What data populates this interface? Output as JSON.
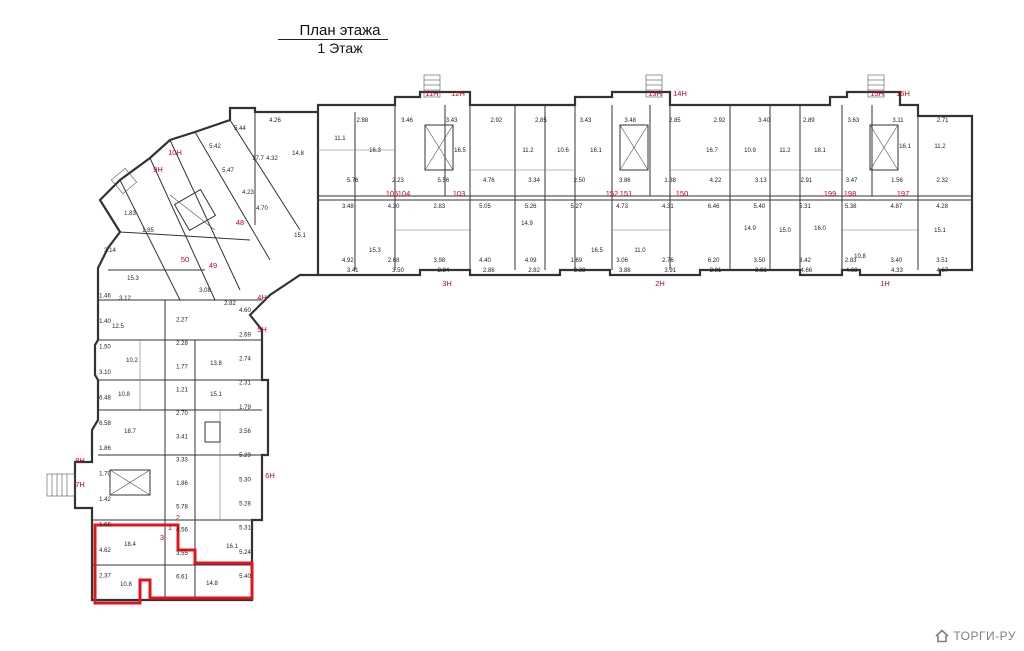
{
  "header": {
    "title": "План этажа",
    "subtitle": "1 Этаж"
  },
  "watermark": {
    "text": "ТОРГИ-РУ",
    "icon": "house-logo-icon",
    "color": "#7a8087"
  },
  "colors": {
    "highlight": "#e0141e",
    "unit_label": "#d0021b",
    "wall": "#333333"
  },
  "unit_labels": [
    "11Н",
    "12Н",
    "13Н",
    "14Н",
    "15Н",
    "16Н",
    "10Н",
    "9Н",
    "8Н",
    "7Н",
    "6Н",
    "5Н",
    "4Н",
    "3Н",
    "2Н",
    "1Н"
  ],
  "room_numbers": [
    "105",
    "104",
    "103",
    "152",
    "151",
    "150",
    "199",
    "198",
    "197",
    "48",
    "50",
    "49",
    "2",
    "1",
    "3"
  ],
  "areas": [
    "11.1",
    "16.3",
    "16.5",
    "11.2",
    "10.6",
    "16.1",
    "16.7",
    "10.9",
    "11.2",
    "18.1",
    "16.1",
    "11.2",
    "14.8",
    "17.7",
    "15.1",
    "15.3",
    "12.5",
    "13.8",
    "10.2",
    "10.8",
    "15.1",
    "18.7",
    "18.4",
    "16.1",
    "10.8",
    "14.8",
    "11.0",
    "15.3",
    "14.9",
    "15.0",
    "16.0",
    "10.8",
    "16.5",
    "14.9",
    "15.1",
    "4.23"
  ],
  "dims": [
    "2.88",
    "3.46",
    "3.43",
    "2.92",
    "2.85",
    "3.43",
    "3.48",
    "2.85",
    "2.92",
    "3.40",
    "2.89",
    "3.63",
    "3.11",
    "2.71",
    "5.76",
    "2.23",
    "5.56",
    "4.76",
    "3.34",
    "2.50",
    "3.86",
    "1.38",
    "4.22",
    "3.13",
    "2.91",
    "3.47",
    "1.56",
    "2.32",
    "3.48",
    "4.30",
    "2.83",
    "5.05",
    "5.26",
    "5.27",
    "4.73",
    "4.31",
    "6.46",
    "5.40",
    "5.31",
    "5.38",
    "4.87",
    "4.28",
    "4.92",
    "2.68",
    "3.98",
    "4.40",
    "4.09",
    "1.69",
    "3.06",
    "2.76",
    "6.20",
    "3.50",
    "3.42",
    "2.83",
    "3.40",
    "3.51",
    "3.41",
    "3.50",
    "2.84",
    "2.86",
    "2.82",
    "3.38",
    "3.88",
    "3.91",
    "2.81",
    "3.81",
    "4.66",
    "4.68",
    "4.33",
    "4.67",
    "1.46",
    "1.40",
    "1.50",
    "3.10",
    "6.48",
    "6.58",
    "1.86",
    "1.70",
    "1.42",
    "1.60",
    "4.62",
    "2.37",
    "2.27",
    "2.28",
    "1.77",
    "1.21",
    "2.70",
    "3.41",
    "3.33",
    "1.86",
    "5.78",
    "4.56",
    "3.55",
    "6.61",
    "4.60",
    "2.69",
    "2.74",
    "2.31",
    "1.79",
    "3.56",
    "5.29",
    "5.30",
    "5.28",
    "5.31",
    "5.24",
    "5.40",
    "5.44",
    "4.26",
    "5.42",
    "5.47",
    "4.32",
    "4.70",
    "1.83",
    "1.85",
    "3.14",
    "3.12",
    "3.08",
    "2.82"
  ]
}
